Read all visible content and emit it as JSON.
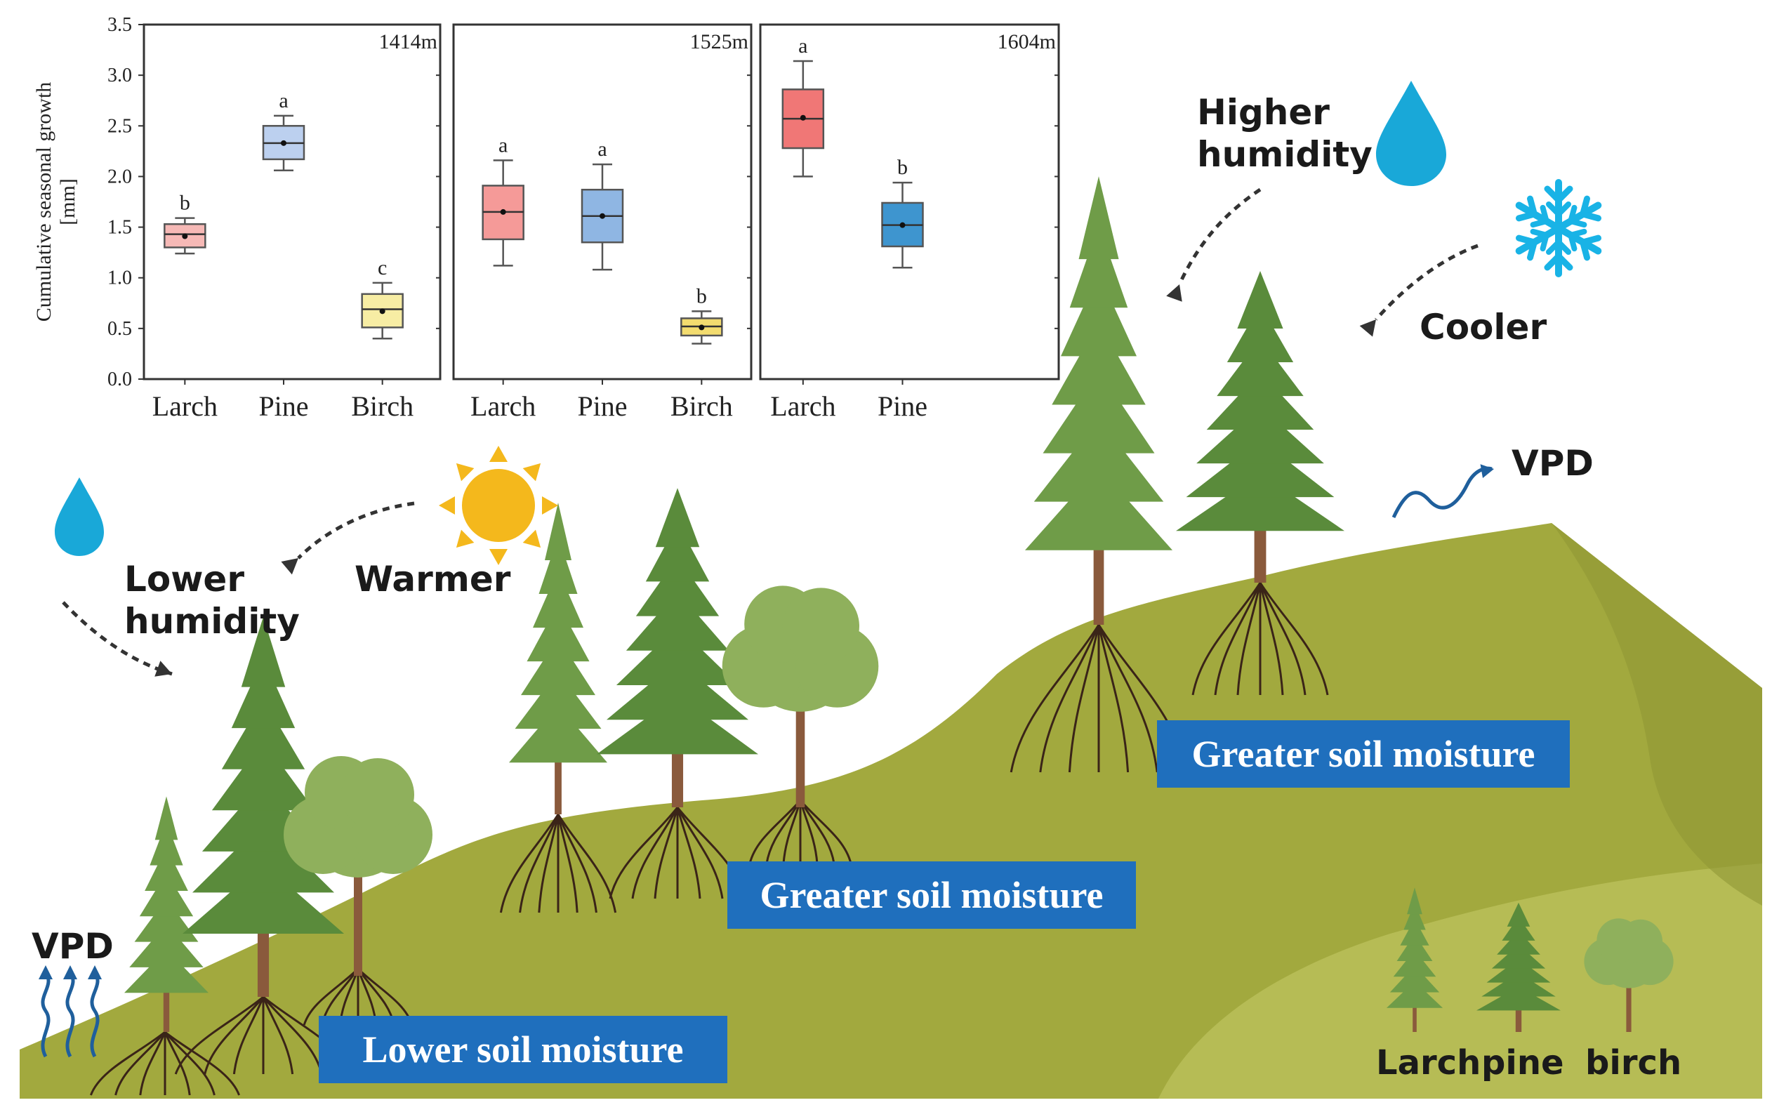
{
  "chart_data": [
    {
      "type": "box",
      "title": "1414m",
      "ylabel": "Cumulative seasonal growth [mm]",
      "ylim": [
        0.0,
        3.5
      ],
      "yticks": [
        "0.0",
        "0.5",
        "1.0",
        "1.5",
        "2.0",
        "2.5",
        "3.0",
        "3.5"
      ],
      "categories": [
        "Larch",
        "Pine",
        "Birch"
      ],
      "boxes": [
        {
          "name": "Larch",
          "q1": 1.3,
          "median": 1.43,
          "q3": 1.53,
          "whisker_low": 1.24,
          "whisker_high": 1.59,
          "mean": 1.41,
          "group_letter": "b",
          "color": "#f6b9b6"
        },
        {
          "name": "Pine",
          "q1": 2.17,
          "median": 2.33,
          "q3": 2.5,
          "whisker_low": 2.06,
          "whisker_high": 2.6,
          "mean": 2.33,
          "group_letter": "a",
          "color": "#bcd0ef"
        },
        {
          "name": "Birch",
          "q1": 0.51,
          "median": 0.69,
          "q3": 0.84,
          "whisker_low": 0.4,
          "whisker_high": 0.95,
          "mean": 0.67,
          "group_letter": "c",
          "color": "#f7eda4"
        }
      ]
    },
    {
      "type": "box",
      "title": "1525m",
      "ylim": [
        0.0,
        3.5
      ],
      "categories": [
        "Larch",
        "Pine",
        "Birch"
      ],
      "boxes": [
        {
          "name": "Larch",
          "q1": 1.38,
          "median": 1.65,
          "q3": 1.91,
          "whisker_low": 1.12,
          "whisker_high": 2.16,
          "mean": 1.65,
          "group_letter": "a",
          "color": "#f59a98"
        },
        {
          "name": "Pine",
          "q1": 1.35,
          "median": 1.61,
          "q3": 1.87,
          "whisker_low": 1.08,
          "whisker_high": 2.12,
          "mean": 1.61,
          "group_letter": "a",
          "color": "#8fb6e3"
        },
        {
          "name": "Birch",
          "q1": 0.43,
          "median": 0.52,
          "q3": 0.6,
          "whisker_low": 0.35,
          "whisker_high": 0.67,
          "mean": 0.51,
          "group_letter": "b",
          "color": "#f3dc6f"
        }
      ]
    },
    {
      "type": "box",
      "title": "1604m",
      "ylim": [
        0.0,
        3.5
      ],
      "categories": [
        "Larch",
        "Pine"
      ],
      "boxes": [
        {
          "name": "Larch",
          "q1": 2.28,
          "median": 2.57,
          "q3": 2.86,
          "whisker_low": 2.0,
          "whisker_high": 3.14,
          "mean": 2.58,
          "group_letter": "a",
          "color": "#f07776"
        },
        {
          "name": "Pine",
          "q1": 1.31,
          "median": 1.52,
          "q3": 1.74,
          "whisker_low": 1.1,
          "whisker_high": 1.94,
          "mean": 1.52,
          "group_letter": "b",
          "color": "#3e95cf"
        }
      ]
    }
  ],
  "labels": {
    "higher_humidity": [
      "Higher",
      "humidity"
    ],
    "cooler": "Cooler",
    "vpd_high": "VPD",
    "lower_humidity": [
      "Lower",
      "humidity"
    ],
    "warmer": "Warmer",
    "vpd_low": "VPD",
    "soil_low": "Lower soil moisture",
    "soil_mid": "Greater soil moisture",
    "soil_high": "Greater soil moisture",
    "legend": [
      "Larch",
      "pine",
      "birch"
    ]
  },
  "colors": {
    "hill": "#a2a93e",
    "hill_light": "#b6bc55",
    "hill_dark": "#8f9735",
    "larch": "#6f9c48",
    "pine": "#5a8b3b",
    "birch": "#8fb05c",
    "trunk": "#8a5a3c",
    "roots": "#3a2418",
    "drop": "#19a8d8",
    "sun": "#f4b81c",
    "snowflake": "#19b3e6",
    "soil_box": "#1f6fbd",
    "arrow": "#333333",
    "vpd_wave": "#1f5f9c"
  }
}
